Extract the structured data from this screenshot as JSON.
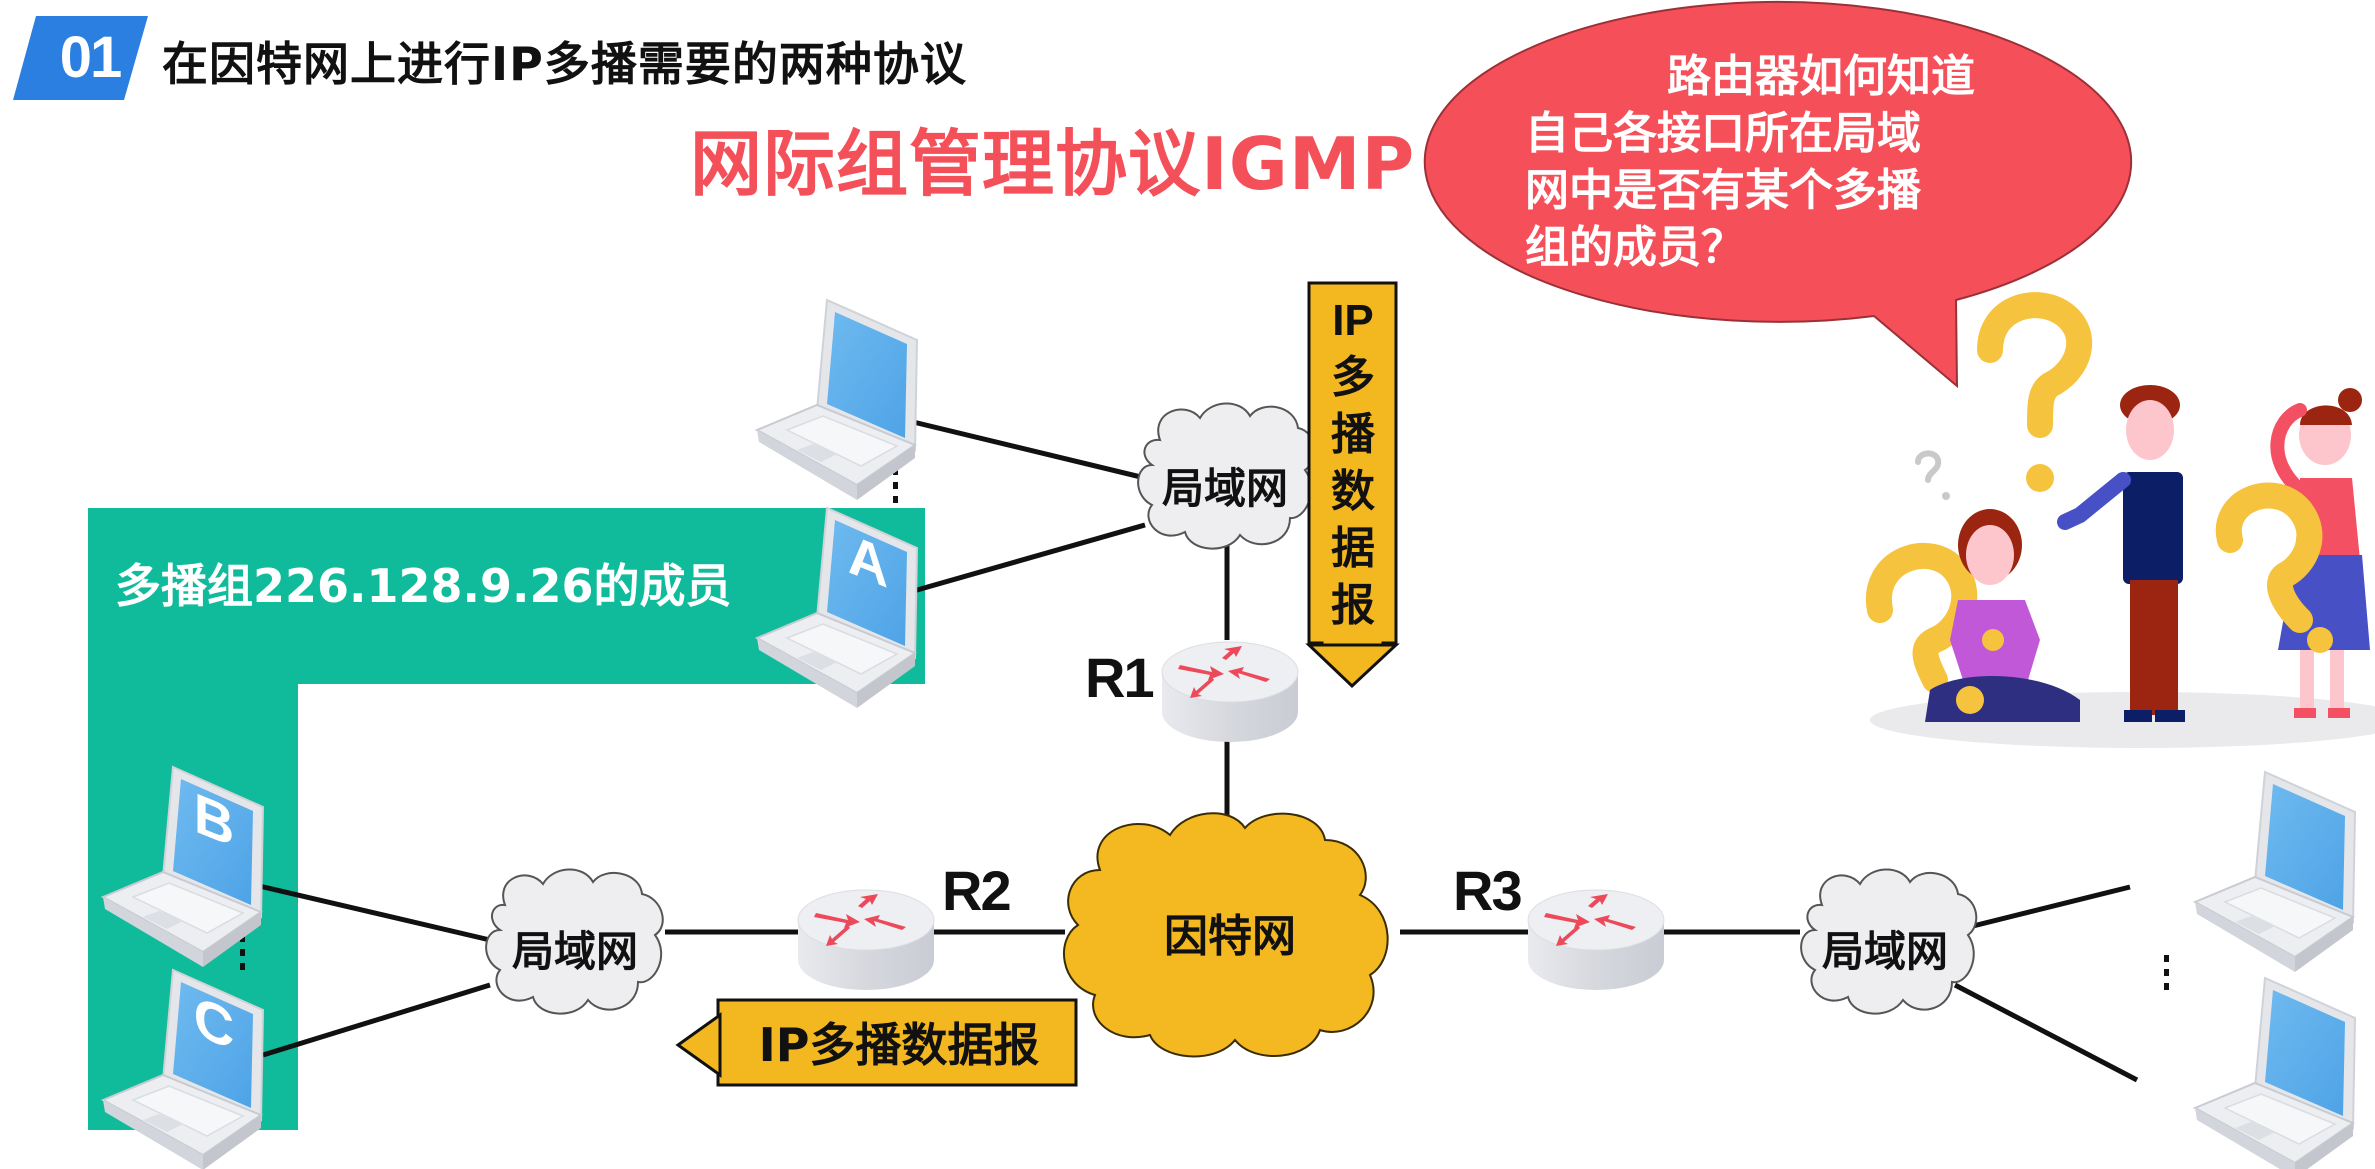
{
  "header": {
    "section_number": "01",
    "title": "在因特网上进行IP多播需要的两种协议",
    "subtitle": "网际组管理协议IGMP"
  },
  "speech_bubble": {
    "lines": [
      "路由器如何知道",
      "自己各接口所在局域",
      "网中是否有某个多播",
      "组的成员？"
    ]
  },
  "multicast_group": {
    "label": "多播组226.128.9.26的成员",
    "members": [
      "A",
      "B",
      "C"
    ]
  },
  "network": {
    "lan_label": "局域网",
    "internet_label": "因特网",
    "routers": [
      "R1",
      "R2",
      "R3"
    ]
  },
  "datagram_arrows": {
    "vertical_chars": [
      "IP",
      "多",
      "播",
      "数",
      "据",
      "报"
    ],
    "horizontal_label": "IP多播数据报"
  },
  "colors": {
    "badge_blue": "#2a7fe0",
    "subtitle_red": "#f4505a",
    "bubble_red": "#f55059",
    "group_green": "#0fbb9b",
    "datagram_yellow": "#f3b81f",
    "internet_yellow": "#f4b920",
    "laptop_screen_blue": "#5aaeec"
  }
}
